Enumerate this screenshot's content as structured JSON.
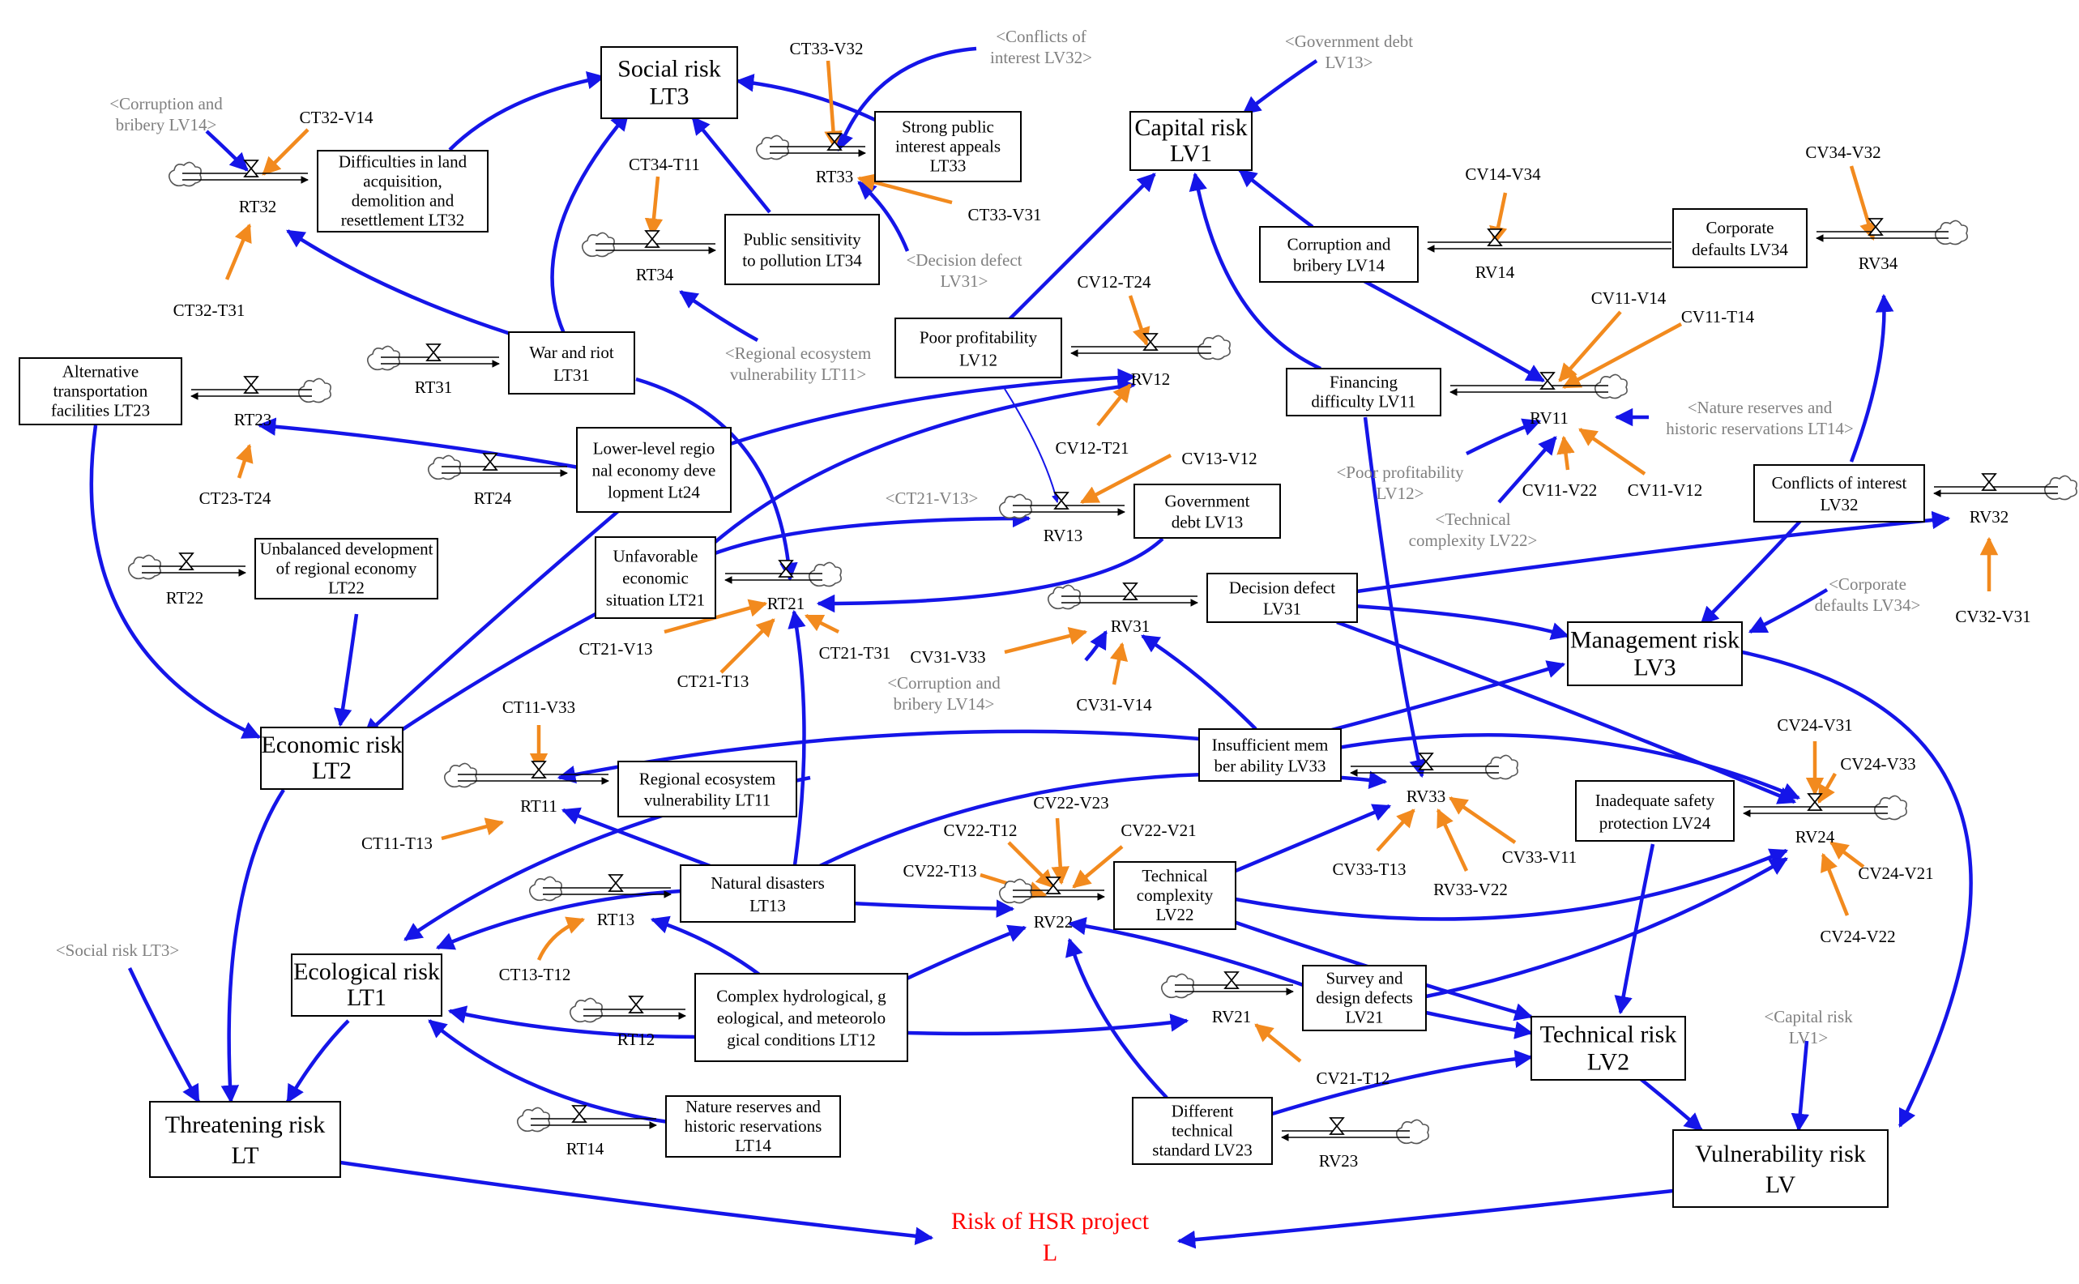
{
  "colors": {
    "causal_link": "#1515e8",
    "constant_link": "#f28a1e",
    "shadow_text": "#808080",
    "target_text": "#ff0000"
  },
  "stocks": {
    "social_risk": [
      "Social risk",
      "LT3"
    ],
    "capital_risk": [
      "Capital risk",
      "LV1"
    ],
    "difficulties_land": [
      "Difficulties in land",
      "acquisition,",
      "demolition and",
      "resettlement LT32"
    ],
    "strong_public": [
      "Strong public",
      "interest appeals",
      "LT33"
    ],
    "public_sensitivity": [
      "Public sensitivity",
      "to pollution LT34"
    ],
    "war_riot": [
      "War and riot",
      "LT31"
    ],
    "alt_transport": [
      "Alternative",
      "transportation",
      "facilities LT23"
    ],
    "lower_level": [
      "Lower-level regio",
      "nal economy deve",
      "lopment Lt24"
    ],
    "unbalanced": [
      "Unbalanced development",
      "of regional economy",
      "LT22"
    ],
    "unfavorable": [
      "Unfavorable",
      "economic",
      "situation LT21"
    ],
    "poor_profit": [
      "Poor profitability",
      "LV12"
    ],
    "gov_debt": [
      "Government",
      "debt LV13"
    ],
    "corruption": [
      "Corruption and",
      "bribery LV14"
    ],
    "corporate_defaults": [
      "Corporate",
      "defaults LV34"
    ],
    "financing": [
      "Financing",
      "difficulty LV11"
    ],
    "conflicts": [
      "Conflicts of interest",
      "LV32"
    ],
    "decision_defect": [
      "Decision defect",
      "LV31"
    ],
    "management_risk": [
      "Management risk",
      "LV3"
    ],
    "economic_risk": [
      "Economic risk",
      "LT2"
    ],
    "regional_eco": [
      "Regional ecosystem",
      "vulnerability LT11"
    ],
    "insufficient": [
      "Insufficient mem",
      "ber ability LV33"
    ],
    "inadequate_safety": [
      "Inadequate safety",
      "protection LV24"
    ],
    "natural_disasters": [
      "Natural disasters",
      "LT13"
    ],
    "tech_complexity": [
      "Technical",
      "complexity",
      "LV22"
    ],
    "ecological_risk": [
      "Ecological risk",
      "LT1"
    ],
    "complex_hydro": [
      "Complex hydrological, g",
      "eological, and meteorolo",
      "gical conditions LT12"
    ],
    "survey_design": [
      "Survey and",
      "design defects",
      "LV21"
    ],
    "technical_risk": [
      "Technical risk",
      "LV2"
    ],
    "nature_reserves": [
      "Nature reserves and",
      "historic reservations",
      "LT14"
    ],
    "different_standard": [
      "Different",
      "technical",
      "standard LV23"
    ],
    "threatening_risk": [
      "Threatening risk",
      "LT"
    ],
    "vulnerability_risk": [
      "Vulnerability risk",
      "LV"
    ]
  },
  "valves": {
    "rt32": "RT32",
    "rt33": "RT33",
    "rt34": "RT34",
    "rt31": "RT31",
    "rt23": "RT23",
    "rt24": "RT24",
    "rt22": "RT22",
    "rt21": "RT21",
    "rv12": "RV12",
    "rv13": "RV13",
    "rv14": "RV14",
    "rv34": "RV34",
    "rv11": "RV11",
    "rv32": "RV32",
    "rv31": "RV31",
    "rt11": "RT11",
    "rv33": "RV33",
    "rv24": "RV24",
    "rt13": "RT13",
    "rv22": "RV22",
    "rt12": "RT12",
    "rv21": "RV21",
    "rt14": "RT14",
    "rv23": "RV23"
  },
  "constants": {
    "ct33_v32": "CT33-V32",
    "ct32_v14": "CT32-V14",
    "ct34_t11": "CT34-T11",
    "ct32_t31": "CT32-T31",
    "ct33_v31": "CT33-V31",
    "cv14_v34": "CV14-V34",
    "cv34_v32": "CV34-V32",
    "cv12_t24": "CV12-T24",
    "cv11_v14": "CV11-V14",
    "cv11_t14": "CV11-T14",
    "cv12_t21": "CV12-T21",
    "cv13_v12": "CV13-V12",
    "ct23_t24": "CT23-T24",
    "cv11_v22": "CV11-V22",
    "cv11_v12": "CV11-V12",
    "ct21_v13": "CT21-V13",
    "ct21_t13": "CT21-T13",
    "ct21_t31": "CT21-T31",
    "cv31_v33": "CV31-V33",
    "cv31_v14": "CV31-V14",
    "cv32_v31": "CV32-V31",
    "ct11_v33": "CT11-V33",
    "ct11_t13": "CT11-T13",
    "cv24_v31": "CV24-V31",
    "cv24_v33": "CV24-V33",
    "cv22_v23": "CV22-V23",
    "cv22_t12": "CV22-T12",
    "cv22_v21": "CV22-V21",
    "cv22_t13": "CV22-T13",
    "cv33_t13": "CV33-T13",
    "rv33_v22": "RV33-V22",
    "cv33_v11": "CV33-V11",
    "cv24_v21": "CV24-V21",
    "cv24_v22": "CV24-V22",
    "ct13_t12": "CT13-T12",
    "cv21_t12": "CV21-T12"
  },
  "shadows": {
    "conflicts_lv32": [
      "<Conflicts of",
      "interest LV32>"
    ],
    "gov_debt_lv13": [
      "<Government debt",
      "LV13>"
    ],
    "corruption_lv14_a": [
      "<Corruption and",
      "bribery LV14>"
    ],
    "decision_defect_lv31": [
      "<Decision defect",
      "LV31>"
    ],
    "regional_eco_lt11": [
      "<Regional ecosystem",
      "vulnerability LT11>"
    ],
    "nature_reserves_lt14": [
      "<Nature reserves and",
      "historic reservations LT14>"
    ],
    "poor_profit_lv12": [
      "<Poor profitability",
      "LV12>"
    ],
    "technical_complexity_lv22": [
      "<Technical",
      "complexity LV22>"
    ],
    "ct21_v13": [
      "<CT21-V13>"
    ],
    "corporate_defaults_lv34": [
      "<Corporate",
      "defaults LV34>"
    ],
    "corruption_lv14_b": [
      "<Corruption and",
      "bribery LV14>"
    ],
    "social_risk_lt3": [
      "<Social risk LT3>"
    ],
    "capital_risk_lv1": [
      "<Capital risk",
      "LV1>"
    ]
  },
  "target": [
    "Risk of HSR project",
    "L"
  ]
}
